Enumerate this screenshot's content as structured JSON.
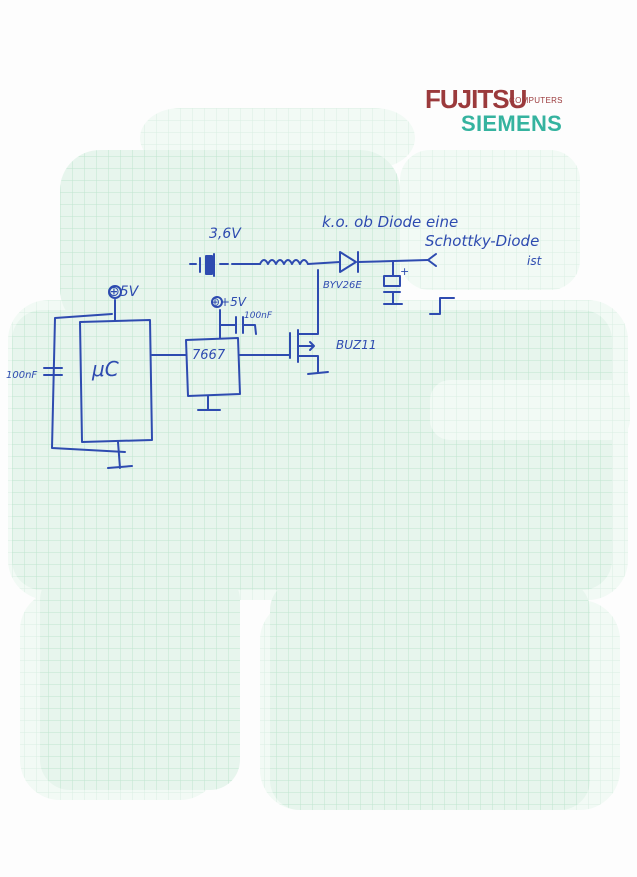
{
  "logo": {
    "brand_top": "FUJITSU",
    "brand_sub": "COMPUTERS",
    "brand_bottom": "SIEMENS",
    "colors": {
      "fujitsu": "#9b3a3c",
      "siemens": "#35b39f"
    }
  },
  "schematic": {
    "labels": {
      "supply_36v": "3,6V",
      "supply_5v_mc": "⊕5V",
      "supply_5v_7667": "⊕+5V",
      "cap_7667": "100nF",
      "cap_mc": "100nF",
      "mc": "μC",
      "driver": "7667",
      "mosfet": "BUZ11",
      "diode": "BYV26E",
      "cap_plus": "+",
      "note_line1": "k.o. ob Diode eine",
      "note_line2": "Schottky-Diode",
      "note_line3": "ist"
    },
    "ink_color": "#2e4bb0"
  },
  "background": {
    "grid_color": "#8fd4b4"
  }
}
